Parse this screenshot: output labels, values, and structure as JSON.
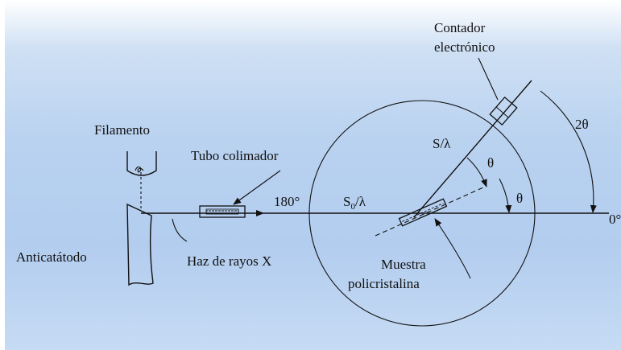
{
  "labels": {
    "filamento": "Filamento",
    "tubo_colimador": "Tubo colimador",
    "contador_line1": "Contador",
    "contador_line2": "electrónico",
    "anticatatodo": "Anticatátodo",
    "haz": "Haz de rayos X",
    "muestra_line1": "Muestra",
    "muestra_line2": "policristalina",
    "angle_180": "180°",
    "angle_0": "0°",
    "two_theta": "2θ",
    "theta_upper": "θ",
    "theta_lower": "θ",
    "s_over_lambda": "S/λ",
    "s0_main": "S",
    "s0_sub": "0",
    "s0_rest": "/λ"
  },
  "colors": {
    "background_top": "#cfe0f4",
    "background_bottom": "#b3cdef",
    "ink": "#111111"
  }
}
